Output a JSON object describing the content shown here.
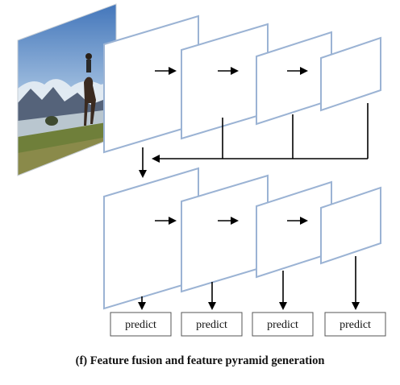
{
  "caption": "(f) Feature fusion and feature pyramid generation",
  "predict_boxes": [
    {
      "label": "predict"
    },
    {
      "label": "predict"
    },
    {
      "label": "predict"
    },
    {
      "label": "predict"
    }
  ],
  "input_image": {
    "icon": "landscape-horseback-rider-photo"
  },
  "colors": {
    "map_border": "#9bb3d4",
    "arrow": "#000000"
  }
}
